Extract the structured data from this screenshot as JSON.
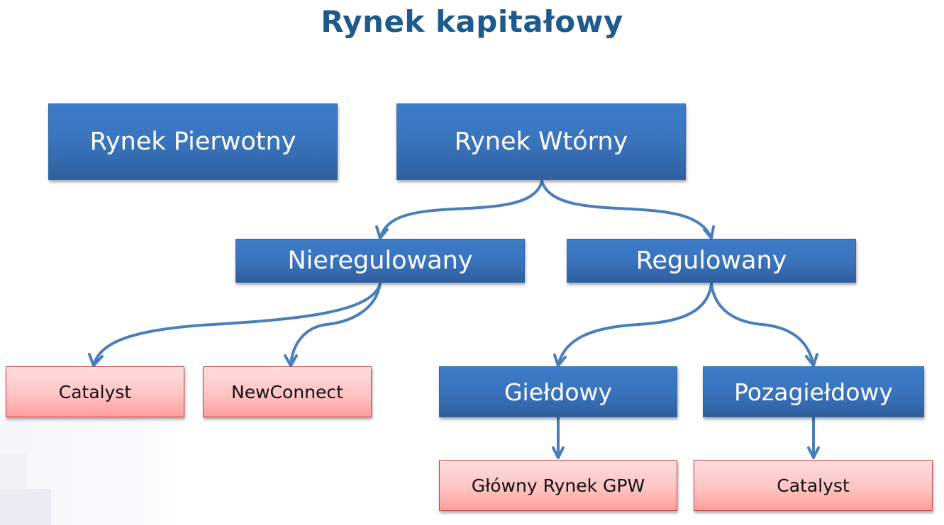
{
  "title": "Rynek kapitałowy",
  "nodes": {
    "pierwotny": "Rynek Pierwotny",
    "wtorny": "Rynek Wtórny",
    "nieregulowany": "Nieregulowany",
    "regulowany": "Regulowany",
    "catalyst_left": "Catalyst",
    "newconnect": "NewConnect",
    "gieldowy": "Giełdowy",
    "pozagieldowy": "Pozagiełdowy",
    "glowny_rynek": "Główny Rynek GPW",
    "catalyst_right": "Catalyst"
  },
  "edges": [
    {
      "from": "Rynek Wtórny",
      "to": "Nieregulowany"
    },
    {
      "from": "Rynek Wtórny",
      "to": "Regulowany"
    },
    {
      "from": "Nieregulowany",
      "to": "Catalyst"
    },
    {
      "from": "Nieregulowany",
      "to": "NewConnect"
    },
    {
      "from": "Regulowany",
      "to": "Giełdowy"
    },
    {
      "from": "Regulowany",
      "to": "Pozagiełdowy"
    },
    {
      "from": "Giełdowy",
      "to": "Główny Rynek GPW"
    },
    {
      "from": "Pozagiełdowy",
      "to": "Catalyst"
    }
  ],
  "colors": {
    "title": "#1f5a8c",
    "blue_box": "#3a74bd",
    "pink_box": "#ffc4c4",
    "pink_border": "#c0504d",
    "connector": "#4a7ebb"
  }
}
